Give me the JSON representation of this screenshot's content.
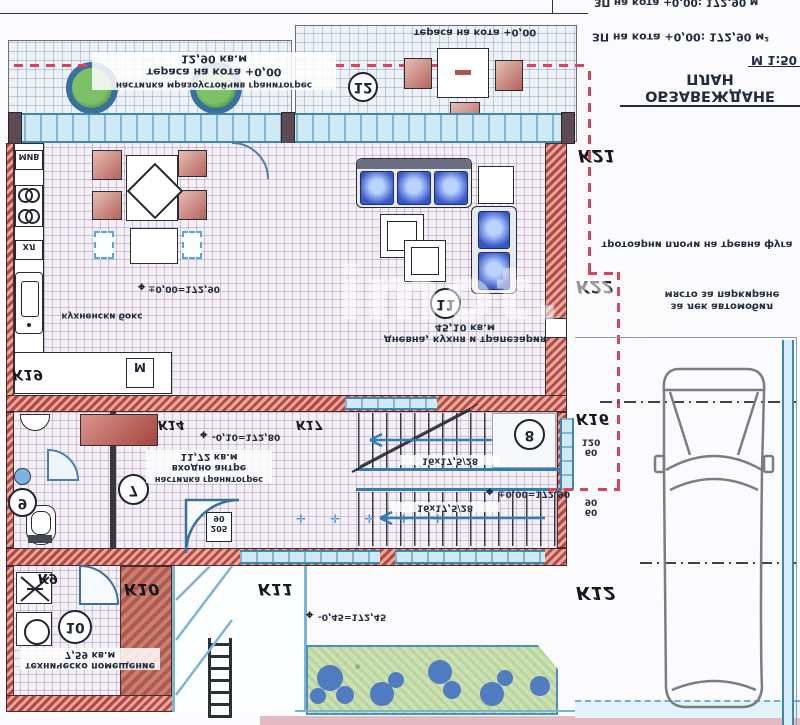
{
  "watermark": "imot.bg",
  "title_block": {
    "top_partial": "ЗП на кота +0,00: 172,90 м",
    "area_line": "ЗП на кота +0,00: 172,90 м²",
    "scale": "М 1:50",
    "title": "ОБЗАВЕЖДАНЕ ПЛАН"
  },
  "terrace_left": {
    "area": "12,90 кв.м",
    "caption": "тераса на кота +0,00",
    "note": "настилка мразоустойчив гранитогрес"
  },
  "terrace_right": {
    "caption": "тераса на кота +0,00",
    "room_no": "12"
  },
  "living": {
    "room_no": "11",
    "area": "45,10 кв.м",
    "name": "дневна, кухня и трапезария",
    "level": "±0,00=172,90"
  },
  "kitchen": {
    "caption": "кухненски бокс",
    "fridge": "ХЛ",
    "sink": "МИВ",
    "dishwasher": "М"
  },
  "hall": {
    "room_no": "7",
    "area": "11,72 кв.м",
    "name": "входно антре",
    "note": "настилка гранитогрес",
    "level": "-0,10=172,80"
  },
  "wc": {
    "room_no": "9"
  },
  "stairs": {
    "room_no": "8",
    "flight_note_1": "16x17,5/28",
    "flight_note_2": "16x17,5/28",
    "level": "±0,00=172,90"
  },
  "tech": {
    "room_no": "10",
    "area": "7,59 кв.м",
    "name": "техническо помещение"
  },
  "porch": {
    "level": "-0,45=172,45"
  },
  "parking": {
    "caption": "тротоарни плочи на тревна фуга",
    "line1": "място за паркиране",
    "line2": "за лек автомобил"
  },
  "door_tags": {
    "entry_w": "90",
    "entry_h": "205",
    "terrace_w": "90",
    "terrace_h": "205"
  },
  "window_tags": {
    "w1_a": "120",
    "w1_b": "60",
    "w2_a": "90",
    "w2_b": "60"
  },
  "axis_labels": {
    "k21": "К21",
    "k22": "К22",
    "k16": "К16",
    "k12": "К12",
    "k14": "К14",
    "k17": "К17",
    "k19": "К19",
    "k9": "К9",
    "k10": "К10",
    "k11": "К11"
  },
  "colors": {
    "wall_red": "#a34a40",
    "window_blue": "#bfe0f0",
    "accent_red_dash": "#d6455a",
    "sofa_blue": "#3757c9",
    "grass_green": "#cde0b4",
    "plant_green": "#5fa24d",
    "bush_blue": "#4472c4"
  }
}
